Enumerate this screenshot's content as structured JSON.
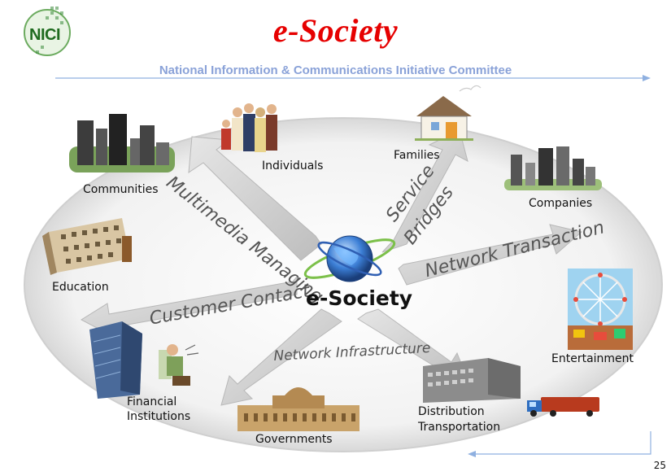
{
  "header": {
    "logo_text": "NICI",
    "title": "e-Society",
    "subtitle": "National Information & Communications Initiative Committee"
  },
  "center": {
    "label": "e-Society"
  },
  "nodes": {
    "individuals": "Individuals",
    "families": "Families",
    "communities": "Communities",
    "companies": "Companies",
    "education": "Education",
    "entertainment": "Entertainment",
    "financial_line1": "Financial",
    "financial_line2": "Institutions",
    "governments": "Governments",
    "distribution_line1": "Distribution",
    "distribution_line2": "Transportation"
  },
  "arrows": {
    "multimedia_managing": "Multimedia Managing",
    "service_bridges_line1": "Service",
    "service_bridges_line2": "Bridges",
    "network_transaction": "Network Transaction",
    "customer_contact": "Customer Contact",
    "network_infrastructure": "Network Infrastructure"
  },
  "footer": {
    "page_number": "25"
  },
  "colors": {
    "title_red": "#e60000",
    "subtitle_blue": "#8aa2d8",
    "arrow_gray": "#c8c8c8",
    "logo_green": "#3a8a3a"
  }
}
